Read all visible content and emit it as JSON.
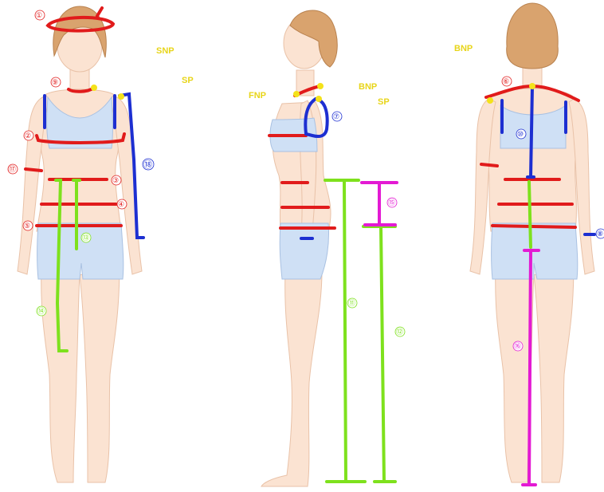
{
  "point_labels": {
    "snp": "SNP",
    "sp_front": "SP",
    "fnp": "FNP",
    "bnp_side": "BNP",
    "sp_side": "SP",
    "bnp_back": "BNP"
  },
  "measure_labels": {
    "m1": "①",
    "m2": "②",
    "m3": "③",
    "m4": "④",
    "m5": "⑤",
    "m6": "⑥",
    "m7": "⑦",
    "m8": "⑧",
    "m9": "⑨",
    "m10": "⑩",
    "m11": "⑪",
    "m12": "⑫",
    "m13": "⑬",
    "m14": "⑭",
    "m15": "⑮",
    "m16": "⑯",
    "m17": "⑰",
    "m18": "⑱"
  },
  "colors": {
    "circumference": "#e11b1b",
    "length": "#1d2fd1",
    "leg_length": "#7ee11d",
    "depth": "#e31ad3",
    "landmark": "#f4e21a"
  }
}
